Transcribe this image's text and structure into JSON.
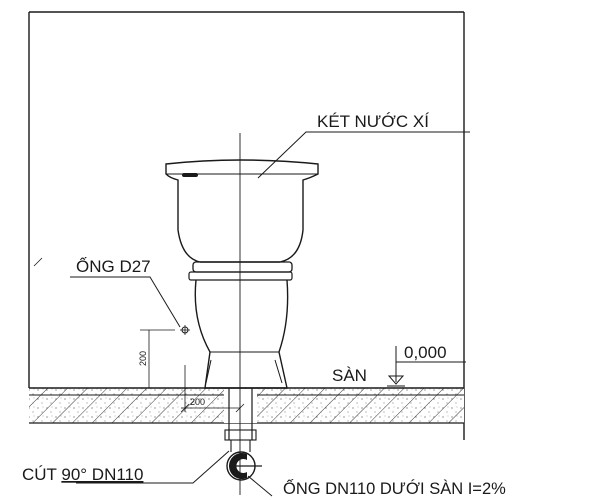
{
  "labels": {
    "tank": "KÉT NƯỚC XÍ",
    "supply_pipe": "ỐNG D27",
    "floor": "SÀN",
    "floor_level": "0,000",
    "elbow_prefix": "CÚT ",
    "elbow_spec": "90° DN110",
    "drain_pipe": "ỐNG DN110 DƯỚI SÀN I=2%"
  },
  "dimensions": {
    "vertical": "200",
    "horizontal": "200"
  },
  "colors": {
    "ink": "#1a1a1a",
    "paper": "#ffffff",
    "hatch": "#3a3a3a"
  }
}
